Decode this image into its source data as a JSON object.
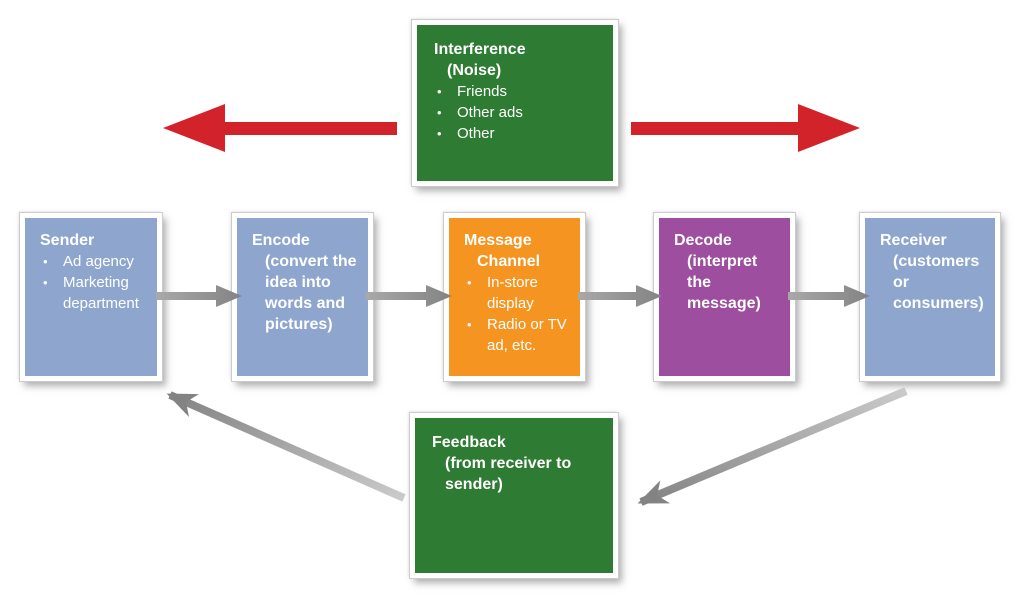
{
  "colors": {
    "green": "#2e7b33",
    "blue": "#8ea6ce",
    "orange": "#f59420",
    "purple": "#9d4e9e",
    "red": "#d2232a",
    "gray_light": "#cacaca",
    "gray_mid": "#a9a9a9",
    "gray_dark": "#838383",
    "background": "#ffffff"
  },
  "diagram": {
    "boxes": {
      "interference": {
        "title": "Interference",
        "subtitle": "(Noise)",
        "bullets": [
          "Friends",
          "Other ads",
          "Other"
        ],
        "color": "green"
      },
      "sender": {
        "title": "Sender",
        "bullets": [
          "Ad agency",
          "Marketing department"
        ],
        "color": "blue"
      },
      "encode": {
        "title": "Encode",
        "subtitle": "(convert the idea into words and pictures)",
        "color": "blue"
      },
      "message_channel": {
        "title": "Message Channel",
        "bullets": [
          "In-store display",
          "Radio or TV ad, etc."
        ],
        "color": "orange"
      },
      "decode": {
        "title": "Decode",
        "subtitle": "(interpret the message)",
        "color": "purple"
      },
      "receiver": {
        "title": "Receiver",
        "subtitle": "(customers or consumers)",
        "color": "blue"
      },
      "feedback": {
        "title": "Feedback",
        "subtitle": "(from receiver to sender)",
        "color": "green"
      }
    },
    "arrows": [
      {
        "name": "noise-arrow-left",
        "type": "red",
        "direction": "left from interference box"
      },
      {
        "name": "noise-arrow-right",
        "type": "red",
        "direction": "right from interference box"
      },
      {
        "name": "flow-sender-encode",
        "type": "gray",
        "from": "sender",
        "to": "encode"
      },
      {
        "name": "flow-encode-message-channel",
        "type": "gray",
        "from": "encode",
        "to": "message_channel"
      },
      {
        "name": "flow-message-channel-decode",
        "type": "gray",
        "from": "message_channel",
        "to": "decode"
      },
      {
        "name": "flow-decode-receiver",
        "type": "gray",
        "from": "decode",
        "to": "receiver"
      },
      {
        "name": "feedback-receiver-to-feedback",
        "type": "gray-diagonal",
        "from": "receiver",
        "to": "feedback"
      },
      {
        "name": "feedback-feedback-to-sender",
        "type": "gray-diagonal",
        "from": "feedback",
        "to": "sender"
      }
    ]
  }
}
